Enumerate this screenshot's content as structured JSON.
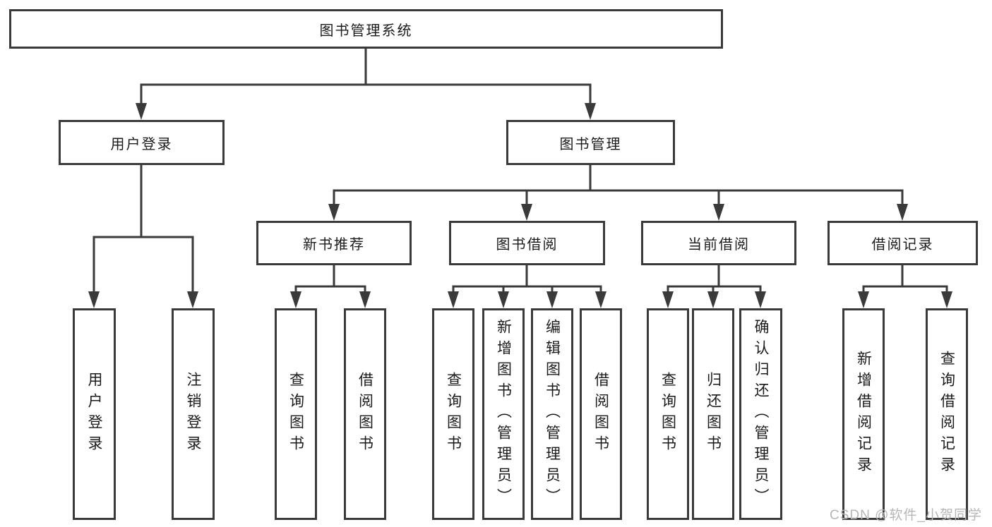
{
  "diagram": {
    "title_node": {
      "label": "图书管理系统"
    },
    "level2_nodes": [
      {
        "label": "用户登录",
        "parent": "图书管理系统"
      },
      {
        "label": "图书管理",
        "parent": "图书管理系统"
      }
    ],
    "level3_nodes": [
      {
        "label": "新书推荐",
        "parent": "图书管理"
      },
      {
        "label": "图书借阅",
        "parent": "图书管理"
      },
      {
        "label": "当前借阅",
        "parent": "图书管理"
      },
      {
        "label": "借阅记录",
        "parent": "图书管理"
      }
    ],
    "leaf_nodes": [
      {
        "label": "用户登录",
        "parent": "用户登录"
      },
      {
        "label": "注销登录",
        "parent": "用户登录"
      },
      {
        "label": "查询图书",
        "parent": "新书推荐"
      },
      {
        "label": "借阅图书",
        "parent": "新书推荐"
      },
      {
        "label": "查询图书",
        "parent": "图书借阅"
      },
      {
        "label": "新增图书（管理员）",
        "parent": "图书借阅"
      },
      {
        "label": "编辑图书（管理员）",
        "parent": "图书借阅"
      },
      {
        "label": "借阅图书",
        "parent": "图书借阅"
      },
      {
        "label": "查询图书",
        "parent": "当前借阅"
      },
      {
        "label": "归还图书",
        "parent": "当前借阅"
      },
      {
        "label": "确认归还（管理员）",
        "parent": "当前借阅"
      },
      {
        "label": "新增借阅记录",
        "parent": "借阅记录"
      },
      {
        "label": "查询借阅记录",
        "parent": "借阅记录"
      }
    ],
    "watermark": {
      "text": "CSDN @软件_小贺同学"
    },
    "colors": {
      "line": "#3a3a3a",
      "box_border": "#3a3a3a",
      "text": "#1b1b1b",
      "background": "#ffffff",
      "watermark": "#b6b6b6"
    }
  }
}
